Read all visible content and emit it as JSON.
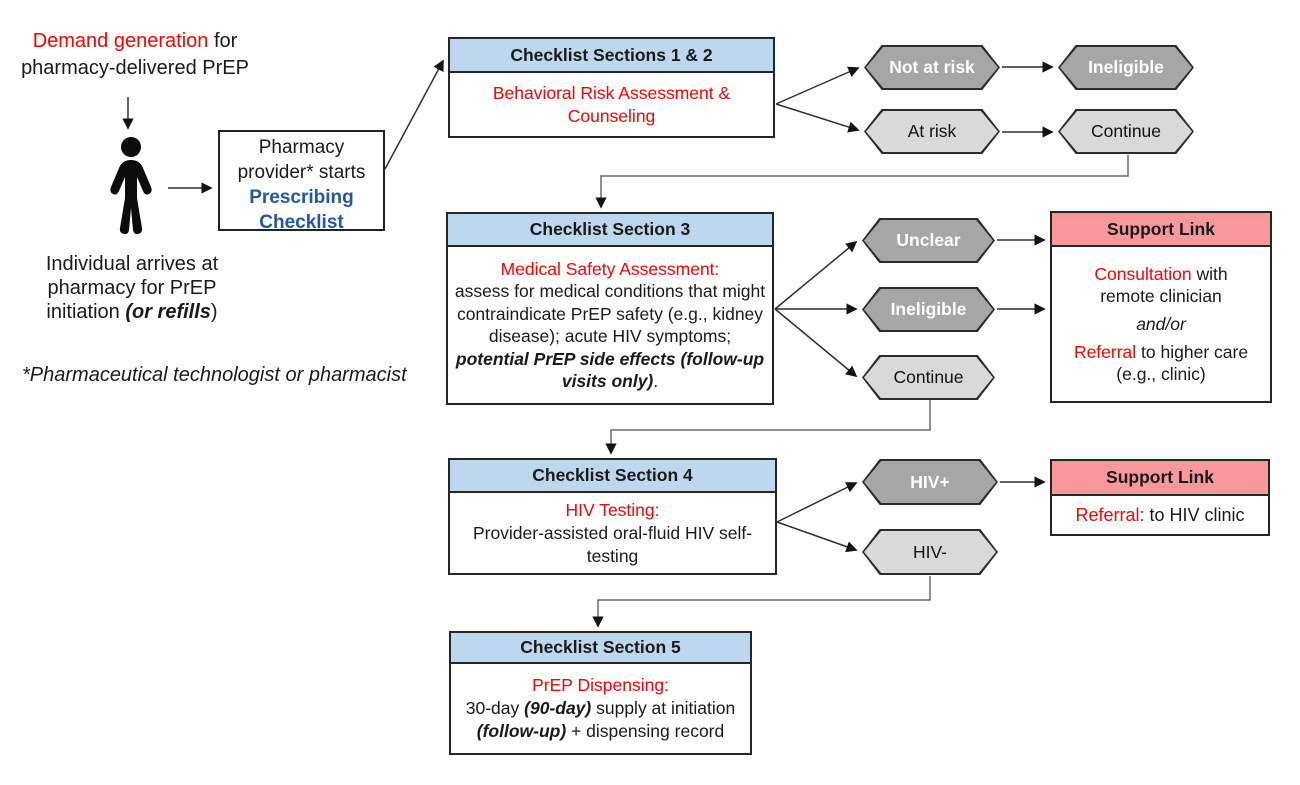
{
  "colors": {
    "accent_red_text": "#ff0000",
    "accent_blue_text": "#2456a8",
    "section_header_blue": "#bdd7ee",
    "support_header_pink": "#f7999c",
    "hexagon_dark": "#a6a6a6",
    "hexagon_light": "#d9d9d9"
  },
  "left_column": {
    "demand": {
      "highlight": "Demand generation",
      "rest": " for",
      "line2": "pharmacy-delivered PrEP"
    },
    "person_icon": "person-pictogram",
    "individual": {
      "text": "Individual arrives at pharmacy for PrEP initiation ",
      "emph": "(or refills",
      "close": ")"
    },
    "footnote": "*Pharmaceutical technologist or pharmacist"
  },
  "pharmacy_box": {
    "line1": "Pharmacy provider* starts",
    "line2": "Prescribing Checklist"
  },
  "sections": {
    "s12": {
      "title": "Checklist Sections 1 & 2",
      "body": "Behavioral Risk Assessment & Counseling"
    },
    "s3": {
      "title": "Checklist Section 3",
      "lead": "Medical Safety Assessment:",
      "text": "assess for medical conditions that might contraindicate PrEP safety (e.g., kidney disease); acute HIV symptoms; ",
      "emph": "potential PrEP side effects (follow-up visits only)",
      "tail": "."
    },
    "s4": {
      "title": "Checklist Section 4",
      "lead": "HIV Testing:",
      "text": "Provider-assisted oral-fluid HIV self-testing"
    },
    "s5": {
      "title": "Checklist Section 5",
      "lead": "PrEP Dispensing:",
      "t1": "30-day ",
      "e1": "(90-day)",
      "t2": " supply at initiation ",
      "e2": "(follow-up)",
      "t3": " + dispensing record"
    }
  },
  "support_link_1": {
    "title": "Support Link",
    "p1_red": "Consultation",
    "p1_rest": " with remote clinician",
    "p2_italic": "and/or",
    "p3_red": "Referral",
    "p3_rest": " to higher care (e.g., clinic)"
  },
  "support_link_2": {
    "title": "Support Link",
    "red": "Referral:",
    "rest": " to HIV clinic"
  },
  "hexagons": {
    "not_at_risk": "Not at risk",
    "ineligible_1": "Ineligible",
    "at_risk": "At risk",
    "continue_1": "Continue",
    "unclear": "Unclear",
    "ineligible_2": "Ineligible",
    "continue_2": "Continue",
    "hiv_positive": "HIV+",
    "hiv_negative": "HIV-"
  }
}
